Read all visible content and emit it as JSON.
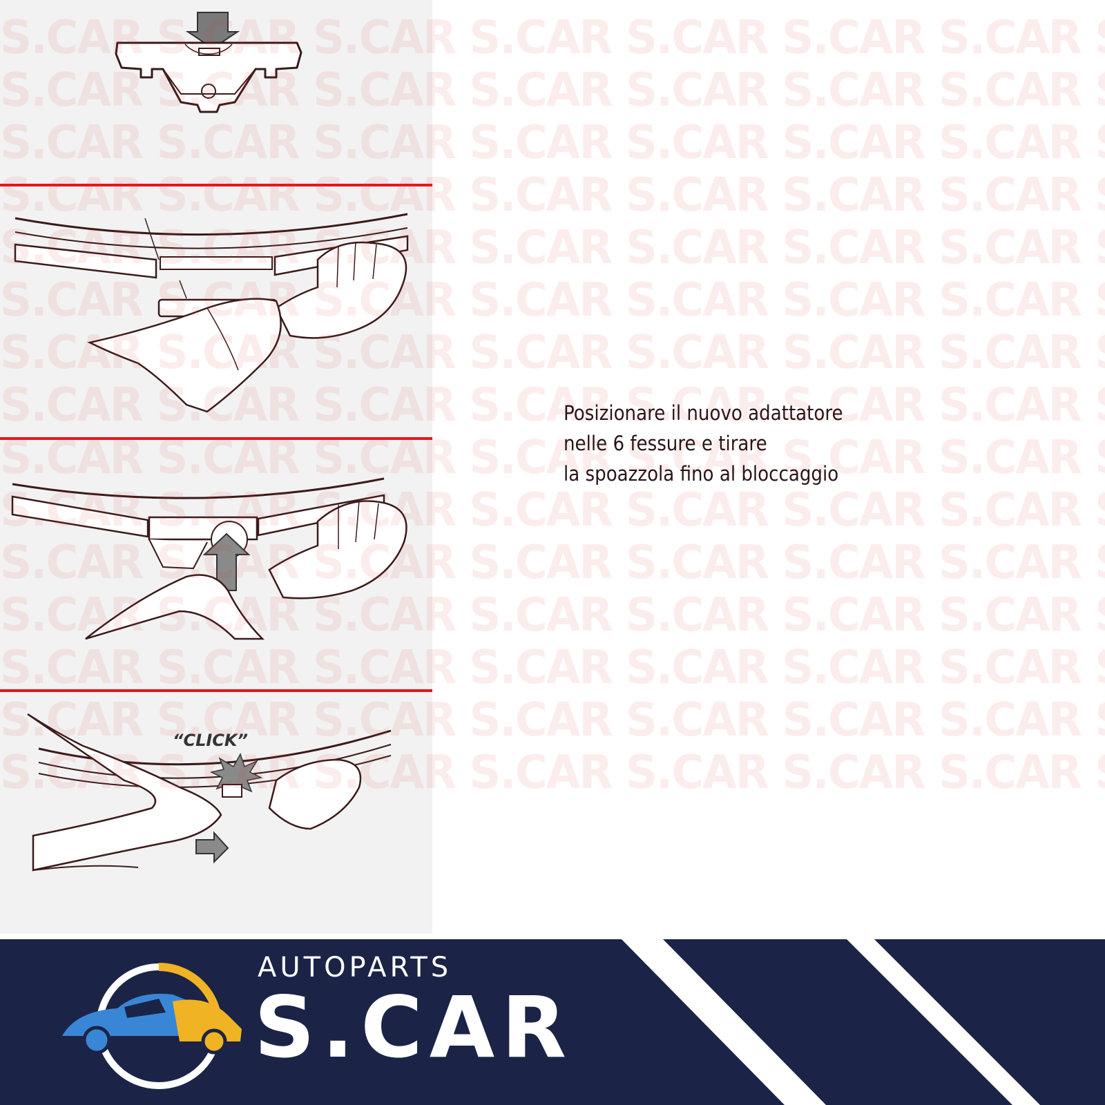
{
  "watermark": {
    "text": "S.CAR S.CAR S.CAR S.CAR S.CAR S.CAR S.CAR S.CAR S.CAR S.CAR"
  },
  "illustrations": {
    "click_label": "“CLICK”"
  },
  "instruction": {
    "line1": "Posizionare il nuovo adattatore",
    "line2": "nelle 6 fessure e tirare",
    "line3": "la spoazzola fino al bloccaggio"
  },
  "footer": {
    "brand_tagline": "AUTOPARTS",
    "brand_name": "S.CAR",
    "colors": {
      "background": "#1b2447",
      "stripe": "#ffffff",
      "logo_blue": "#3a86d6",
      "logo_yellow": "#f0b323"
    }
  },
  "colors": {
    "divider": "#e8141c",
    "panel": "#f2f2f2",
    "watermark": "#dc3c3c",
    "text": "#2a1518"
  }
}
